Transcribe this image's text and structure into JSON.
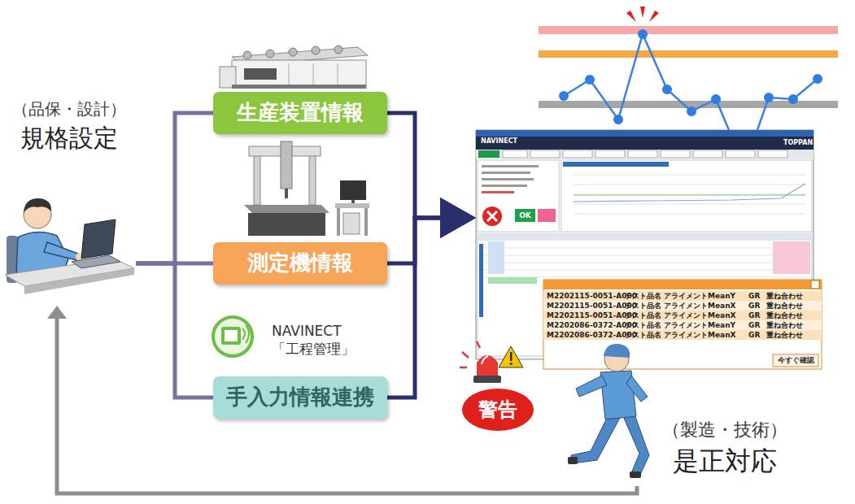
{
  "diagram": {
    "nodes": [
      {
        "text": [
          "（品保・設計）",
          "規格設定"
        ]
      },
      {
        "text": [
          "生産装置情報"
        ]
      },
      {
        "text": [
          "測定機情報"
        ]
      },
      {
        "text": [
          "手入力情報連携"
        ]
      },
      {
        "text": [
          "NAVINECT"
        ]
      },
      {
        "text": [
          "警告"
        ]
      },
      {
        "text": [
          "（製造・技術）",
          "是正対応"
        ]
      }
    ],
    "edges": [
      {
        "from": 0,
        "to": 1,
        "arrow": "none"
      },
      {
        "from": 0,
        "to": 2,
        "arrow": "none"
      },
      {
        "from": 0,
        "to": 3,
        "arrow": "none"
      },
      {
        "from": 1,
        "to": 4,
        "arrow": "to"
      },
      {
        "from": 2,
        "to": 4,
        "arrow": "to"
      },
      {
        "from": 3,
        "to": 4,
        "arrow": "to"
      },
      {
        "from": 6,
        "to": 0,
        "arrow": "to"
      }
    ],
    "labels": [
      "NAVINECT 「工程管理」",
      "TOPPAN",
      "OK",
      "M2202115-0051-A000",
      "テスト品名",
      "アライメントMeanY",
      "GR",
      "重ね合わせ",
      "M2202115-0051-A000",
      "テスト品名",
      "アライメントMeanX",
      "GR",
      "重ね合わせ",
      "M2202115-0051-A000",
      "テスト品名",
      "アライメントMeanX",
      "GR",
      "重ね合わせ",
      "M2202086-0372-A000",
      "テスト品名",
      "アライメントMeanY",
      "GR",
      "重ね合わせ",
      "M2202086-0372-A000",
      "テスト品名",
      "アライメントMeanX",
      "GR",
      "重ね合わせ",
      "今すぐ確認"
    ]
  }
}
